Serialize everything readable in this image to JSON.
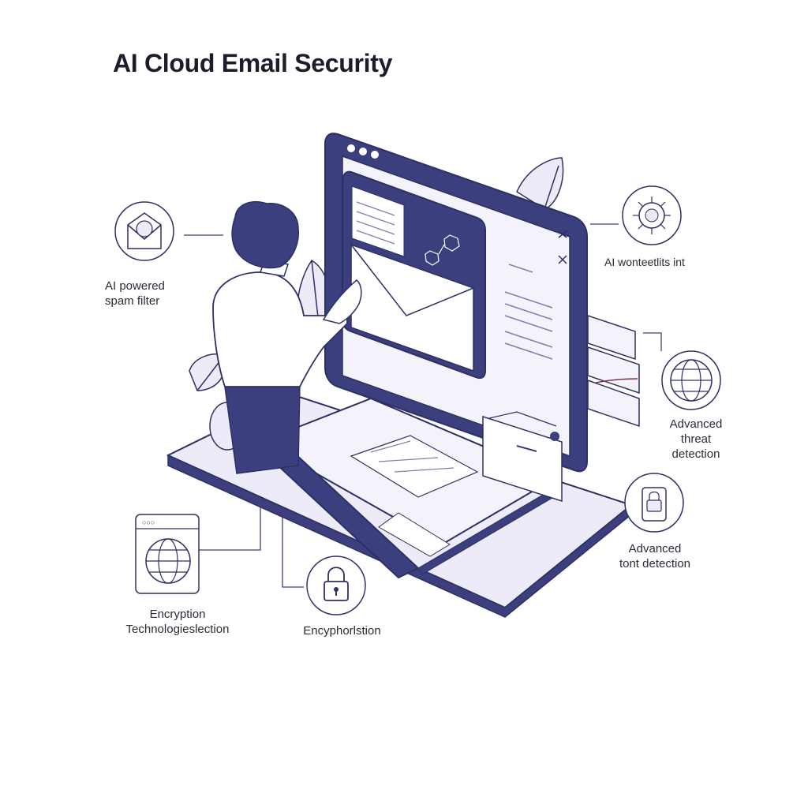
{
  "title": "AI Cloud Email Security",
  "features": {
    "spam_filter": {
      "line1": "AI powered",
      "line2": "spam filter",
      "icon": "envelope-icon"
    },
    "ai_top_right": {
      "line1": "AI wonteetlits int",
      "icon": "virus-icon"
    },
    "threat_detection": {
      "line1": "Advanced",
      "line2": "threat",
      "line3": "detection",
      "icon": "globe-icon"
    },
    "tont_detection": {
      "line1": "Advanced",
      "line2": "tont detection",
      "icon": "lock-phone-icon"
    },
    "encryption_tech": {
      "line1": "Encryption",
      "line2": "Technologieslection",
      "icon": "globe-document-icon"
    },
    "encryption": {
      "line1": "Encyphorlstion",
      "icon": "padlock-icon"
    }
  },
  "colors": {
    "accent": "#3b3f7e",
    "light_fill": "#ecebf7",
    "stroke": "#2e3064",
    "panel": "#f4f3fb"
  }
}
